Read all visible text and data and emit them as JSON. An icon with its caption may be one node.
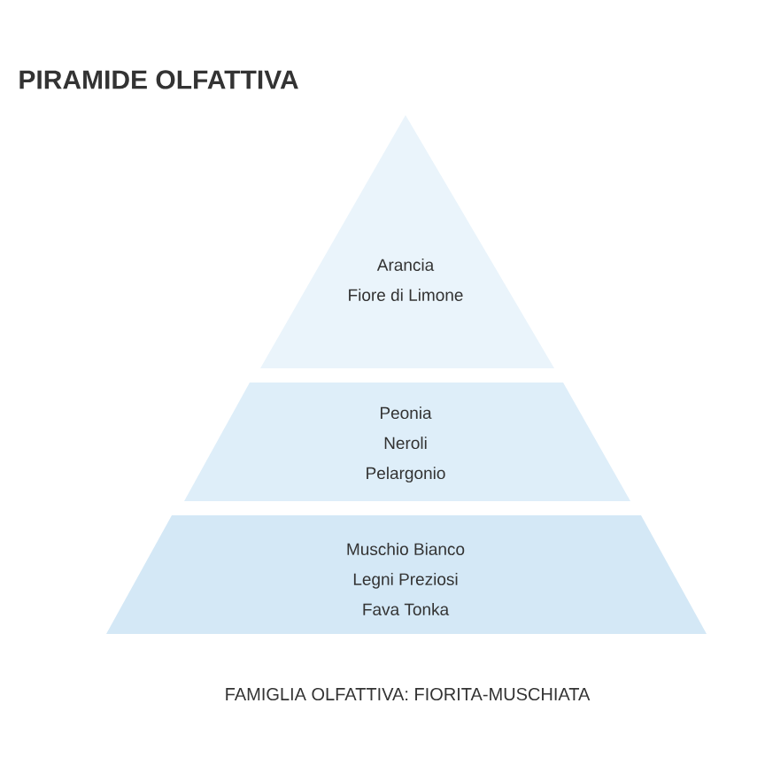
{
  "diagram": {
    "title": "PIRAMIDE OLFATTIVA",
    "nodes": [
      {
        "text": [
          "Arancia",
          "Fiore di Limone"
        ]
      },
      {
        "text": [
          "Peonia",
          "Neroli",
          "Pelargonio"
        ]
      },
      {
        "text": [
          "Muschio Bianco",
          "Legni Preziosi",
          "Fava Tonka"
        ]
      }
    ],
    "caption": "FAMIGLIA OLFATTIVA: FIORITA-MUSCHIATA"
  }
}
